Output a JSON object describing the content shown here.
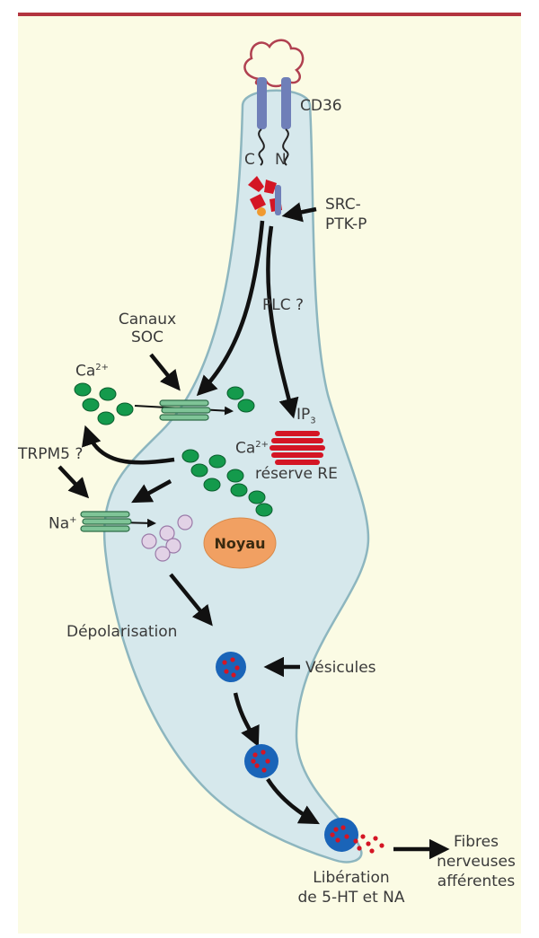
{
  "colors": {
    "top_rule": "#b3343f",
    "panel_bg": "#fbfbe4",
    "cell_fill": "#d6e8ec",
    "cell_stroke": "#8db6bf",
    "receptor_blue": "#6f7fb8",
    "receptor_loop": "#b04050",
    "calcium_green": "#149a4c",
    "sodium_lilac": "#e2d2e6",
    "er_red": "#d41524",
    "nucleus_orange": "#f1a062",
    "vesicle_blue": "#1a64b8",
    "arrow": "#111111"
  },
  "labels": {
    "receptor": "CD36",
    "c_terminus": "C",
    "n_terminus": "N",
    "kinase_line1": "SRC-",
    "kinase_line2": "PTK-P",
    "plc": "PLC ?",
    "soc_line1": "Canaux",
    "soc_line2": "SOC",
    "calcium_ion": "Ca",
    "calcium_charge": "2+",
    "ip3": "IP",
    "ip3_sub": "3",
    "trpm5": "TRPM5 ?",
    "er_calcium": "Ca",
    "er_calcium_charge": "2+",
    "er_store": "réserve RE",
    "sodium_ion": "Na",
    "sodium_charge": "+",
    "nucleus": "Noyau",
    "depolarisation": "Dépolarisation",
    "vesicles": "Vésicules",
    "release_line1": "Libération",
    "release_line2": "de 5-HT et NA",
    "fibres_line1": "Fibres",
    "fibres_line2": "nerveuses",
    "fibres_line3": "afférentes"
  },
  "icons": {
    "receptor": "cd36-receptor-icon",
    "channel": "membrane-channel-icon",
    "er": "endoplasmic-reticulum-icon",
    "vesicle": "vesicle-icon"
  }
}
